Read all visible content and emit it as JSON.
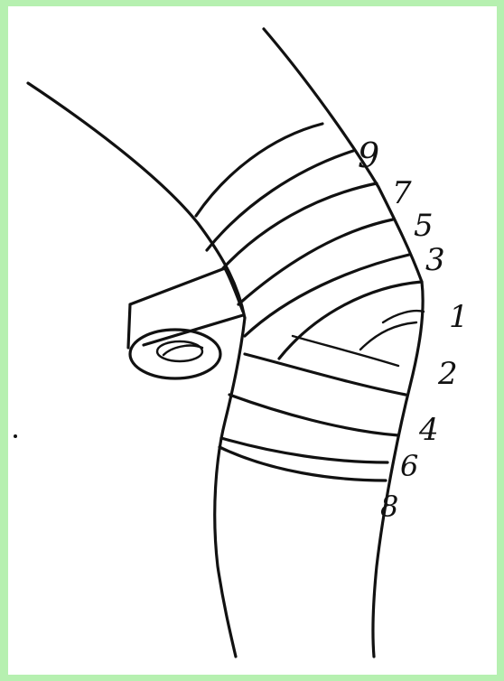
{
  "figure": {
    "turn_numbers_upper": [
      "9",
      "7",
      "5",
      "3"
    ],
    "turn_numbers_lower": [
      "1",
      "2",
      "4",
      "6",
      "8"
    ]
  }
}
